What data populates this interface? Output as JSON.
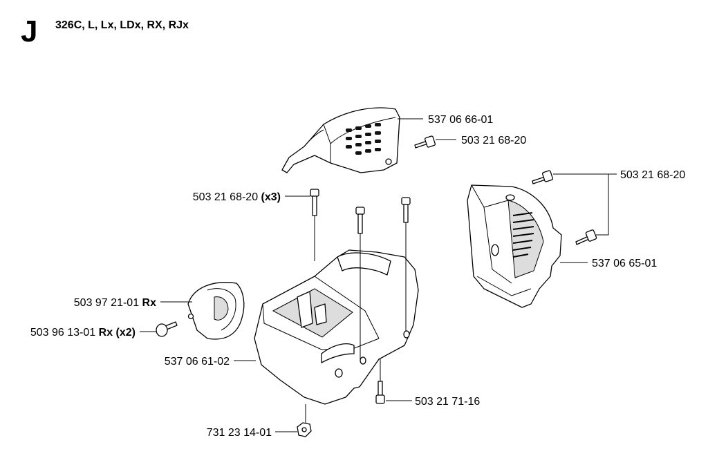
{
  "header": {
    "section": "J",
    "models": "326C, L, Lx, LDx, RX, RJx"
  },
  "callouts": [
    {
      "part": "537 06 66-01",
      "suffix": ""
    },
    {
      "part": "503 21 68-20",
      "suffix": ""
    },
    {
      "part": "503 21 68-20",
      "suffix": ""
    },
    {
      "part": "503 21 68-20",
      "suffix": "(x3)"
    },
    {
      "part": "537 06 65-01",
      "suffix": ""
    },
    {
      "part": "503 97 21-01",
      "suffix": "Rx"
    },
    {
      "part": "503 96 13-01",
      "suffix": "Rx (x2)"
    },
    {
      "part": "537 06 61-02",
      "suffix": ""
    },
    {
      "part": "503 21 71-16",
      "suffix": ""
    },
    {
      "part": "731 23 14-01",
      "suffix": ""
    }
  ]
}
